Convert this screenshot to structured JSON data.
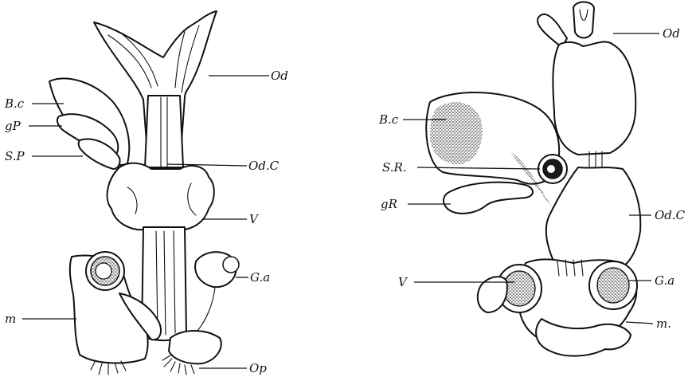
{
  "left_figure": {
    "labels": {
      "od": "Od",
      "bc": "B.c",
      "gp": "gP",
      "sp": "S.P",
      "odc": "Od.C",
      "v": "V",
      "ga": "G.a",
      "m": "m",
      "op": "Op"
    }
  },
  "right_figure": {
    "labels": {
      "od": "Od",
      "bc": "B.c",
      "sr": "S.R.",
      "gr": "gR",
      "odc": "Od.C",
      "v": "V",
      "ga": "G.a",
      "m": "m."
    }
  }
}
